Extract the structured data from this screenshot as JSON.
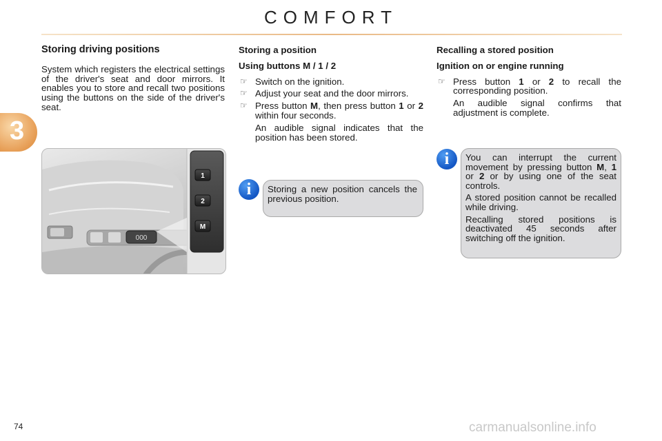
{
  "header": {
    "title": "COMFORT"
  },
  "chapter": {
    "number": "3"
  },
  "col1": {
    "title": "Storing driving positions",
    "intro": "System which registers the electrical settings of the driver's seat and door mirrors. It enables you to store and recall two positions using the buttons on the side of the driver's seat."
  },
  "col2": {
    "title": "Storing a position",
    "subtitle": "Using buttons M / 1 / 2",
    "step1": "Switch on the ignition.",
    "step2": "Adjust your seat and the door mirrors.",
    "step3_a": "Press button ",
    "step3_m": "M",
    "step3_b": ", then press button ",
    "step3_1": "1",
    "step3_c": " or ",
    "step3_2": "2",
    "step3_d": " within four seconds.",
    "step3_note": "An audible signal indicates that the position has been stored.",
    "info": "Storing a new position cancels the previous position."
  },
  "col3": {
    "title": "Recalling a stored position",
    "subtitle": "Ignition on or engine running",
    "step1_a": "Press button ",
    "step1_1": "1",
    "step1_b": " or ",
    "step1_2": "2",
    "step1_c": " to recall the corresponding position.",
    "step1_note": "An audible signal confirms that adjustment is complete.",
    "info_p1_a": "You can interrupt the current movement by pressing button ",
    "info_p1_m": "M",
    "info_p1_b": ", ",
    "info_p1_1": "1",
    "info_p1_c": " or ",
    "info_p1_2": "2",
    "info_p1_d": " or by using one of the seat controls.",
    "info_p2": "A stored position cannot be recalled while driving.",
    "info_p3": "Recalling stored positions is deactivated 45 seconds after switching off the ignition."
  },
  "photo": {
    "buttons": [
      "1",
      "2",
      "M"
    ],
    "control_label": "000"
  },
  "footer": {
    "page_number": "74",
    "watermark": "carmanualsonline.info"
  },
  "icons": {
    "bullet": "pointing-hand-icon",
    "info": "info-icon"
  },
  "colors": {
    "accent": "#e8a15a",
    "info_blue": "#1f6fd6",
    "box_grey": "#dcdcde"
  }
}
